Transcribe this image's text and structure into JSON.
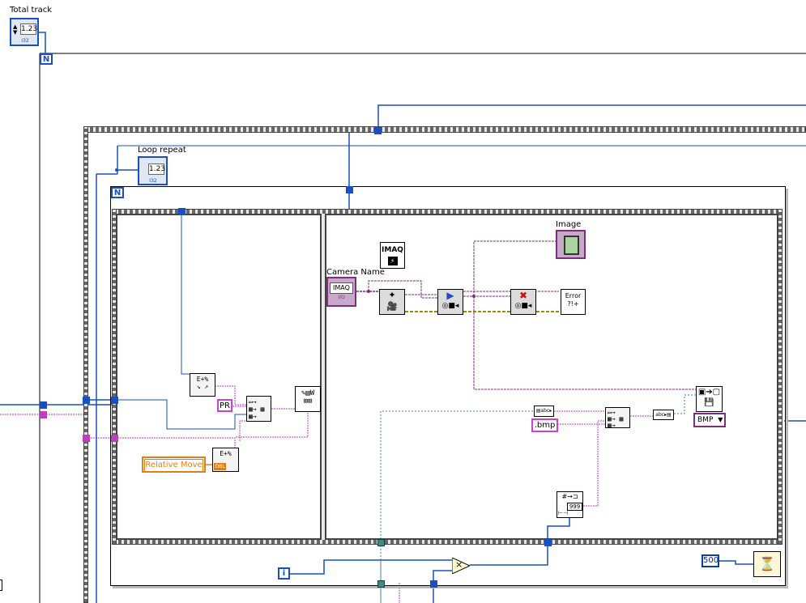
{
  "labels": {
    "total_track": "Total track",
    "loop_repeat": "Loop repeat",
    "image": "Image",
    "camera_name": "Camera Name"
  },
  "constants": {
    "pr": "PR",
    "relative_move": "Relative Move",
    "bmp_ext": ".bmp",
    "bmp_format": "BMP",
    "wait_ms": "500"
  },
  "terminals": {
    "total_track_value": "1.23",
    "total_track_type": "I32",
    "loop_repeat_value": "1.23",
    "loop_repeat_type": "I32",
    "count_n": "N",
    "iteration_i": "i",
    "camera_type": "I/O",
    "relative_move_type": "DBL"
  },
  "icons": {
    "imaq_text": "IMAQ",
    "camera_io": "IMAQ",
    "error_text": "Error",
    "error_sub": "?!+",
    "fmt_text": "E+%",
    "number_to_string": "999",
    "multiply": "×"
  },
  "colors": {
    "int_wire": "#1a4fc2",
    "string_wire": "#c23bc2",
    "dbl_wire": "#e07e1a",
    "path_wire": "#3f8a87",
    "imaq_wire": "#7b2f7b"
  }
}
